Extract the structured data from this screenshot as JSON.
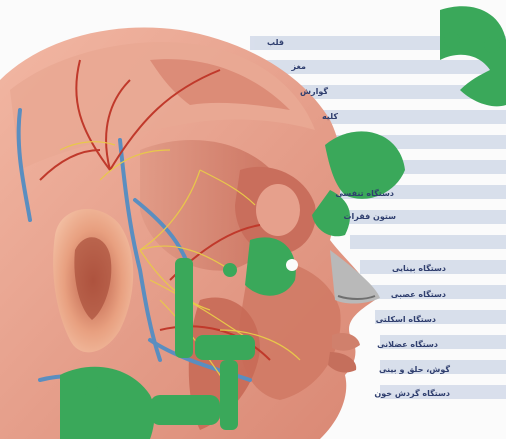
{
  "image": {
    "subject": "anatomical-illustration-head",
    "accent_color": "#3aa85a",
    "band_color": "#cdd6e6"
  },
  "menu": {
    "items": [
      {
        "label": "قلب"
      },
      {
        "label": "مغز"
      },
      {
        "label": "گوارش"
      },
      {
        "label": "کلیه"
      },
      {
        "label": "دستگاه تنفسی"
      },
      {
        "label": "ستون فقرات"
      },
      {
        "label": "دستگاه بینایی"
      },
      {
        "label": "دستگاه عصبی"
      },
      {
        "label": "دستگاه اسکلتی"
      },
      {
        "label": "دستگاه عضلانی"
      },
      {
        "label": "گوش، حلق و بینی"
      },
      {
        "label": "دستگاه گردش خون"
      }
    ]
  }
}
